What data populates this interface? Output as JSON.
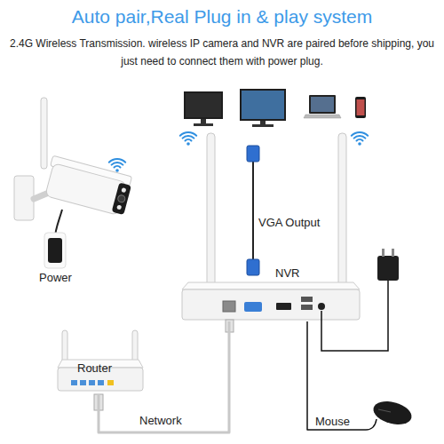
{
  "diagram": {
    "title": "Auto pair,Real Plug in & play system",
    "nodes": [
      {
        "text": [
          "NVR"
        ]
      },
      {
        "text": [
          "Router"
        ]
      },
      {
        "text": [
          "Mouse"
        ]
      }
    ],
    "edges": [
      {
        "from": 1,
        "to": 0,
        "label": "Network",
        "arrow": "none"
      },
      {
        "from": 2,
        "to": 0,
        "arrow": "none"
      }
    ],
    "labels": [
      "2.4G Wireless Transmission. wireless IP camera and NVR are paired before shipping, you just need to connect them with power plug.",
      "VGA Output",
      "Power"
    ]
  }
}
